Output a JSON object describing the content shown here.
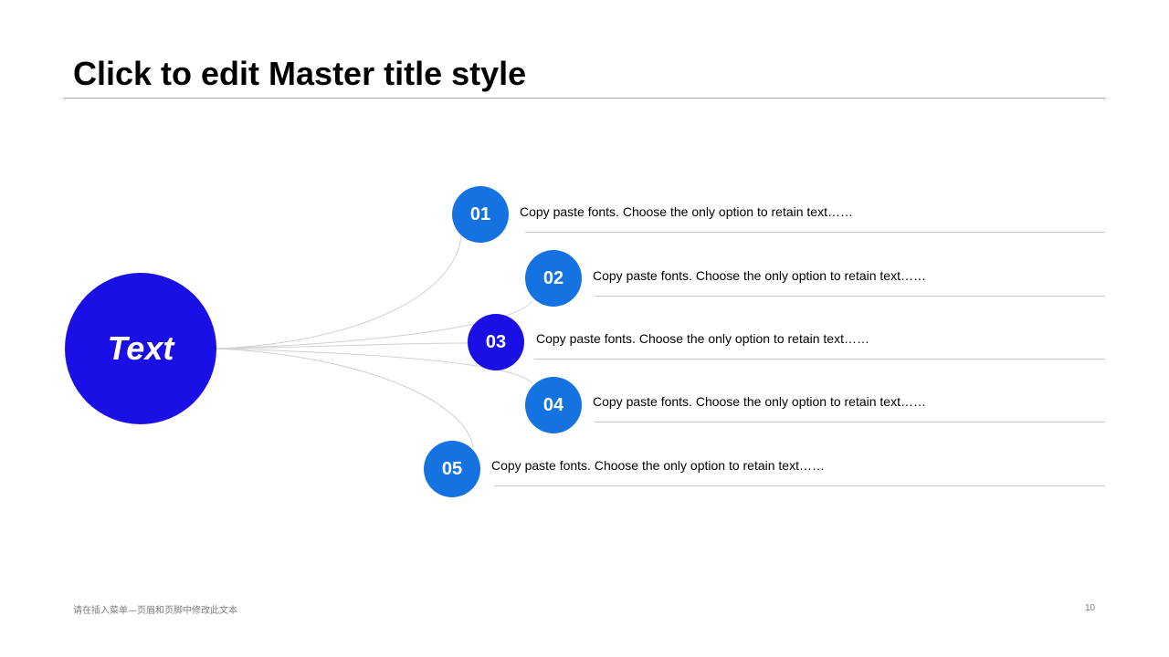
{
  "slide": {
    "title": "Click to edit Master title style",
    "hub_label": "Text",
    "items": [
      {
        "num": "01",
        "text": "Copy paste fonts. Choose the only option to retain text……"
      },
      {
        "num": "02",
        "text": "Copy paste fonts. Choose the only option to retain text……"
      },
      {
        "num": "03",
        "text": "Copy paste fonts. Choose the only option to retain text……"
      },
      {
        "num": "04",
        "text": "Copy paste fonts. Choose the only option to retain text……"
      },
      {
        "num": "05",
        "text": "Copy paste fonts. Choose the only option to retain text……"
      }
    ],
    "footer_text": "请在插入菜单—页眉和页脚中修改此文本",
    "page_number": "10"
  },
  "colors": {
    "hub": "#1a10e6",
    "badge": "#1473e0",
    "badge_center": "#1a10e6",
    "connector": "#d0d0d0"
  }
}
